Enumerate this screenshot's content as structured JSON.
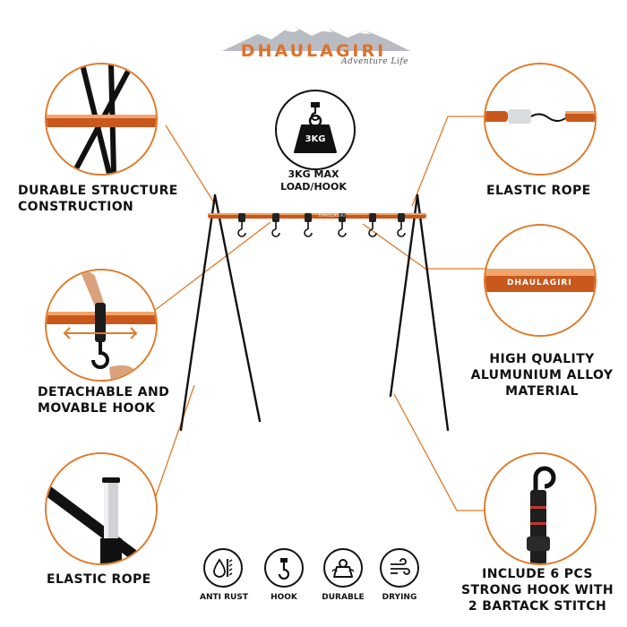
{
  "brand": {
    "name": "DHAULAGIRI",
    "tagline": "Adventure Life"
  },
  "colors": {
    "accent": "#e07a2a",
    "frame": "#1a1a1a",
    "bar": "#c9581c"
  },
  "weight_badge": {
    "icon": "weight-icon",
    "value": "3KG",
    "caption": "3KG MAX\nLOAD/HOOK"
  },
  "callouts": {
    "left": [
      {
        "label": "DURABLE STRUCTURE\nCONSTRUCTION",
        "icon": "crossed-poles-closeup"
      },
      {
        "label": "DETACHABLE AND\nMOVABLE HOOK",
        "icon": "hand-hook-closeup"
      },
      {
        "label": "ELASTIC ROPE",
        "icon": "pole-joint-closeup"
      }
    ],
    "right": [
      {
        "label": "ELASTIC ROPE",
        "icon": "elastic-rope-closeup"
      },
      {
        "label": "HIGH QUALITY\nALUMUNIUM ALLOY\nMATERIAL",
        "icon": "aluminium-tube-closeup"
      },
      {
        "label": "INCLUDE 6 PCS\nSTRONG HOOK WITH\n2 BARTACK STITCH",
        "icon": "strap-hook-closeup"
      }
    ]
  },
  "bar_logo": "DHAULAGIRI",
  "features": [
    {
      "label": "ANTI RUST",
      "icon": "anti-rust-icon"
    },
    {
      "label": "HOOK",
      "icon": "hook-icon"
    },
    {
      "label": "DURABLE",
      "icon": "durable-icon"
    },
    {
      "label": "DRYING",
      "icon": "drying-icon"
    }
  ]
}
